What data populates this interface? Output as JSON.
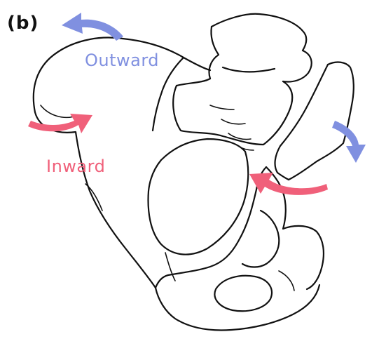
{
  "figure": {
    "panel_label": "(b)",
    "labels": {
      "outward": "Outward",
      "inward": "Inward"
    },
    "colors": {
      "outward": "#8090e0",
      "inward": "#f0607a",
      "outline": "#111111",
      "background": "#ffffff"
    },
    "icons": {
      "outward_arrow": "curved-arrow-outward-icon",
      "inward_arrow": "curved-arrow-inward-icon"
    }
  }
}
